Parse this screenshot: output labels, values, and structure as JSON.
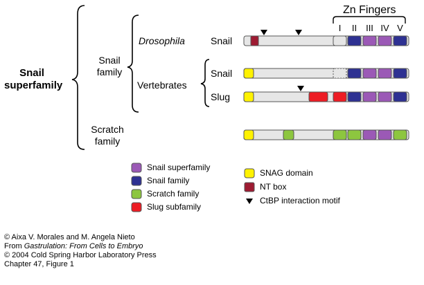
{
  "labels": {
    "superfamily": [
      "Snail",
      "superfamily"
    ],
    "snail_family": [
      "Snail",
      "family"
    ],
    "scratch_family": [
      "Scratch",
      "family"
    ],
    "drosophila": "Drosophila",
    "vertebrates": "Vertebrates",
    "zn_fingers": "Zn Fingers",
    "row_snail_dros": "Snail",
    "row_snail_vert": "Snail",
    "row_slug": "Slug"
  },
  "fingers": [
    "I",
    "II",
    "III",
    "IV",
    "V"
  ],
  "colors": {
    "snail_superfamily": "#9b59b6",
    "snail_family": "#2e3192",
    "scratch_family": "#8dc63f",
    "slug_subfamily": "#ed1c24",
    "snag_domain": "#fff200",
    "nt_box": "#9e1b32",
    "bar": "#e6e6e6",
    "outline": "#555555"
  },
  "legend": {
    "left": [
      {
        "label": "Snail superfamily",
        "color": "#9b59b6"
      },
      {
        "label": "Snail family",
        "color": "#2e3192"
      },
      {
        "label": "Scratch family",
        "color": "#8dc63f"
      },
      {
        "label": "Slug subfamily",
        "color": "#ed1c24"
      }
    ],
    "right": [
      {
        "label": "SNAG domain",
        "color": "#fff200"
      },
      {
        "label": "NT box",
        "color": "#9e1b32"
      },
      {
        "label": "CtBP interaction motif",
        "color": "#000000"
      }
    ]
  },
  "credits": {
    "line1": "© Aixa V. Morales and M. Angela Nieto",
    "line2_prefix": "From ",
    "line2_book": "Gastrulation: From Cells to Embryo",
    "line3": "© 2004  Cold Spring Harbor Laboratory Press",
    "line4": "Chapter 47, Figure 1"
  }
}
